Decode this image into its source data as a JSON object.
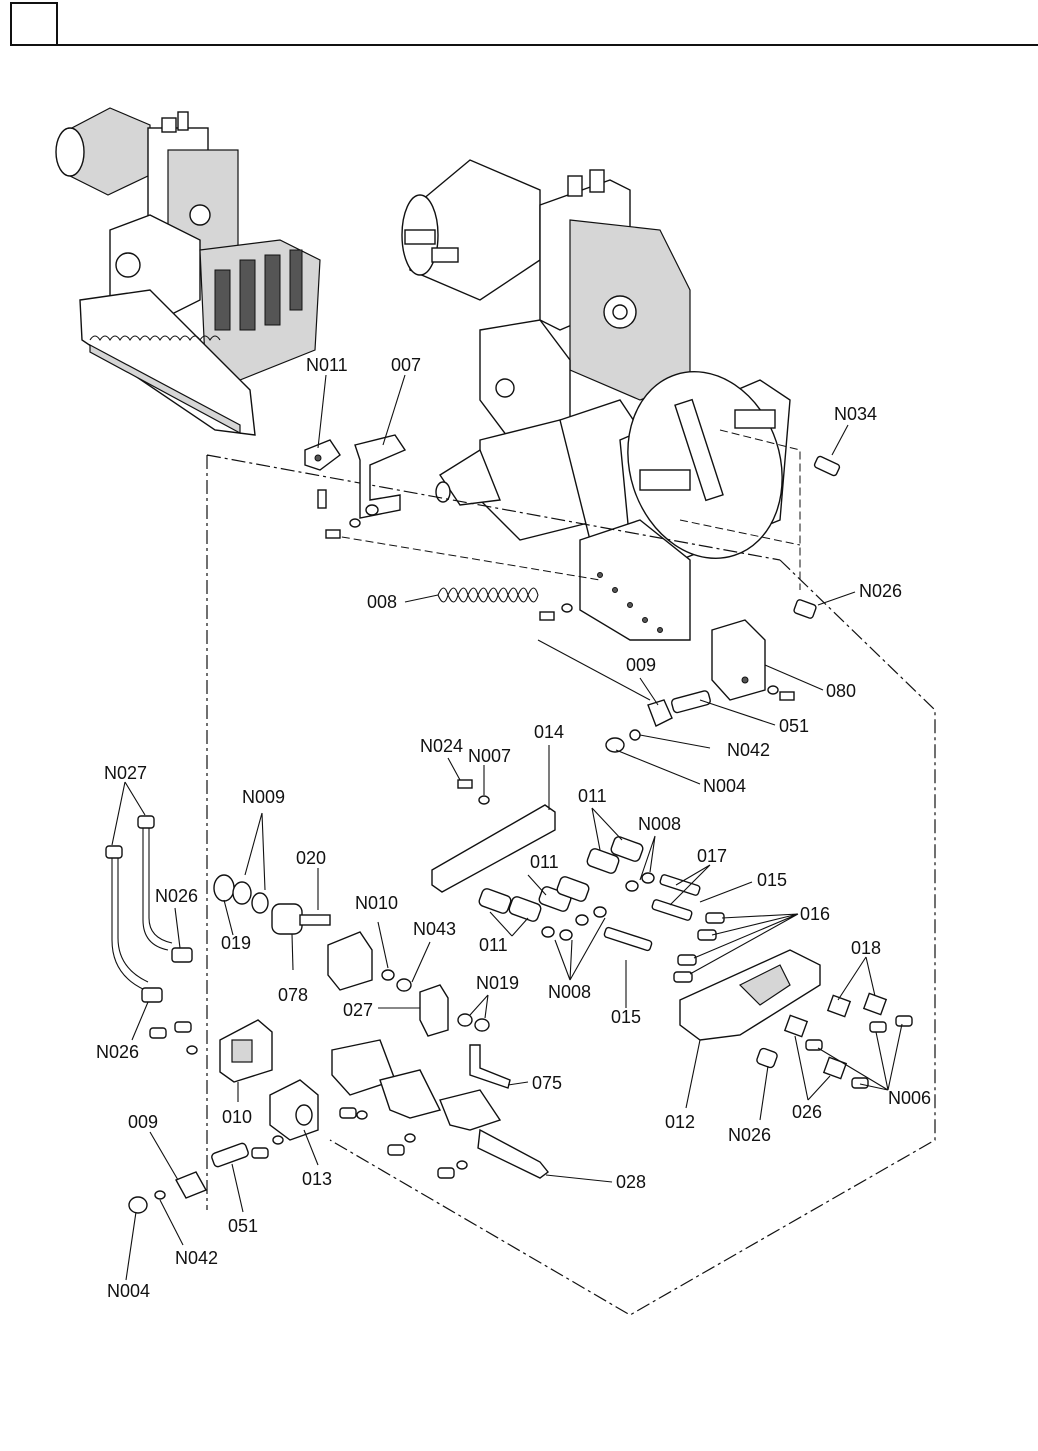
{
  "header": {
    "box_label": "",
    "title": ""
  },
  "callouts": {
    "N011": "N011",
    "p007": "007",
    "N034": "N034",
    "p008": "008",
    "N026_top": "N026",
    "p009_top": "009",
    "p080": "080",
    "p051_top": "051",
    "N042_top": "N042",
    "N004_top": "N004",
    "N024": "N024",
    "N007": "N007",
    "p014": "014",
    "p011_a": "011",
    "N008_a": "N008",
    "p017": "017",
    "p015_a": "015",
    "p016": "016",
    "p011_b": "011",
    "p011_c": "011",
    "N008_b": "N008",
    "p015_b": "015",
    "p018": "018",
    "N027": "N027",
    "N009": "N009",
    "p020": "020",
    "N026_left": "N026",
    "p019": "019",
    "p078": "078",
    "N010": "N010",
    "N043": "N043",
    "N019": "N019",
    "p027": "027",
    "N026_low": "N026",
    "p010": "010",
    "p075": "075",
    "p012": "012",
    "N026_right": "N026",
    "p026": "026",
    "N006": "N006",
    "p009_bottom": "009",
    "p013": "013",
    "p028": "028",
    "p051_bottom": "051",
    "N042_bottom": "N042",
    "N004_bottom": "N004"
  }
}
